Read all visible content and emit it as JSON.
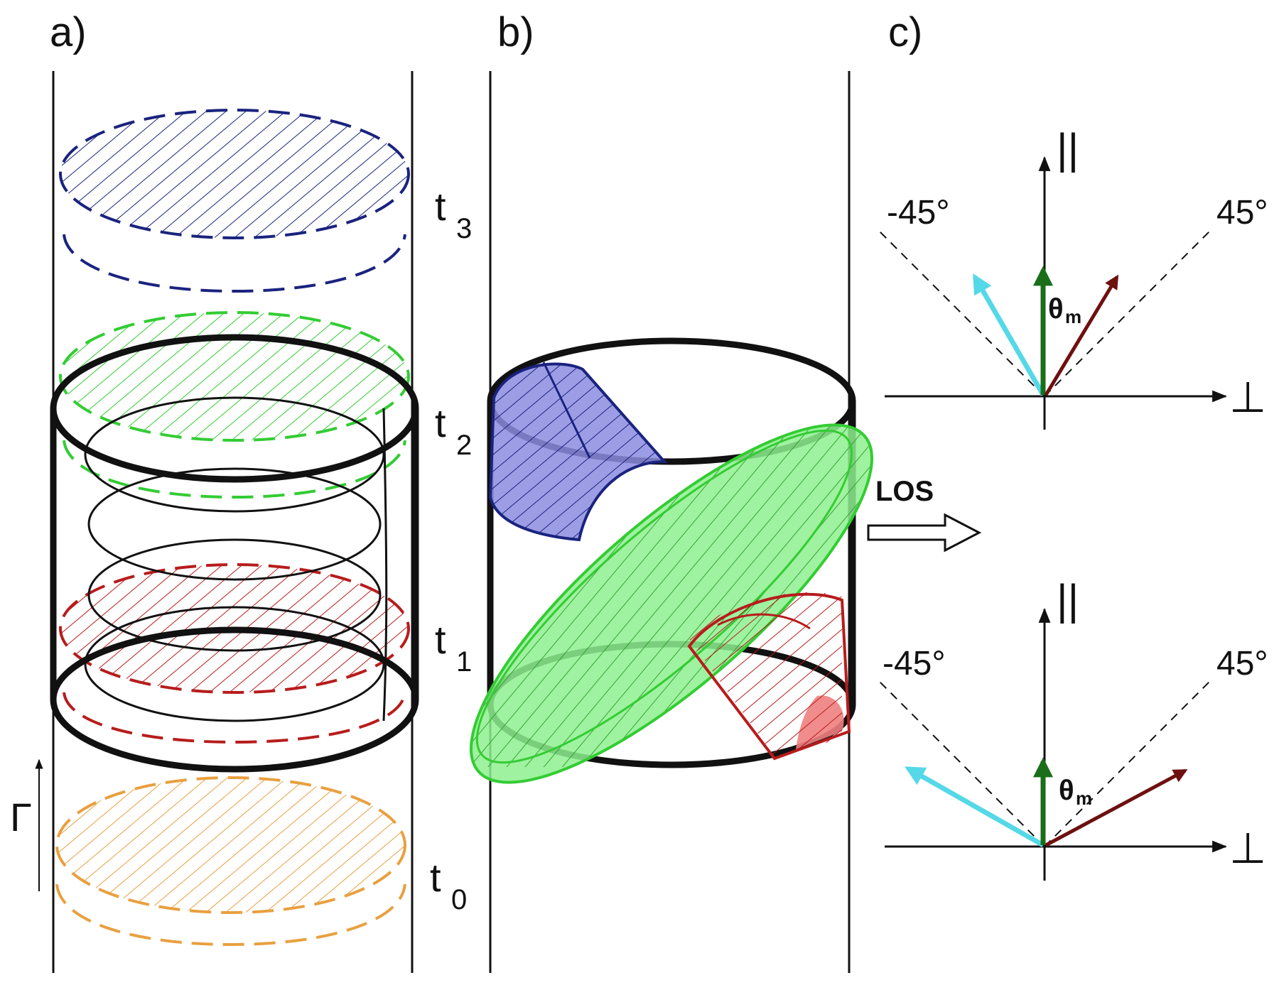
{
  "panels": {
    "a": "a)",
    "b": "b)",
    "c": "c)"
  },
  "times": [
    {
      "base": "t",
      "sub": "3"
    },
    {
      "base": "t",
      "sub": "2"
    },
    {
      "base": "t",
      "sub": "1"
    },
    {
      "base": "t",
      "sub": "0"
    }
  ],
  "gamma": "Γ",
  "los": "LOS",
  "angles": {
    "neg": "-45°",
    "pos": "45°"
  },
  "axes": {
    "parallel": "||",
    "perp": "⊥"
  },
  "theta": {
    "base": "θ",
    "sub": "m"
  },
  "colors": {
    "t3": "#1a237e",
    "t2": "#33cc33",
    "t1": "#b71c1c",
    "t0": "#e8a040",
    "blue_fill": "#8c8ce0",
    "green_fill": "#8ef08e",
    "red_fill": "#f08080",
    "cyan": "#55d8e8",
    "dark_green": "#1a6e1a",
    "maroon": "#6e1010"
  }
}
